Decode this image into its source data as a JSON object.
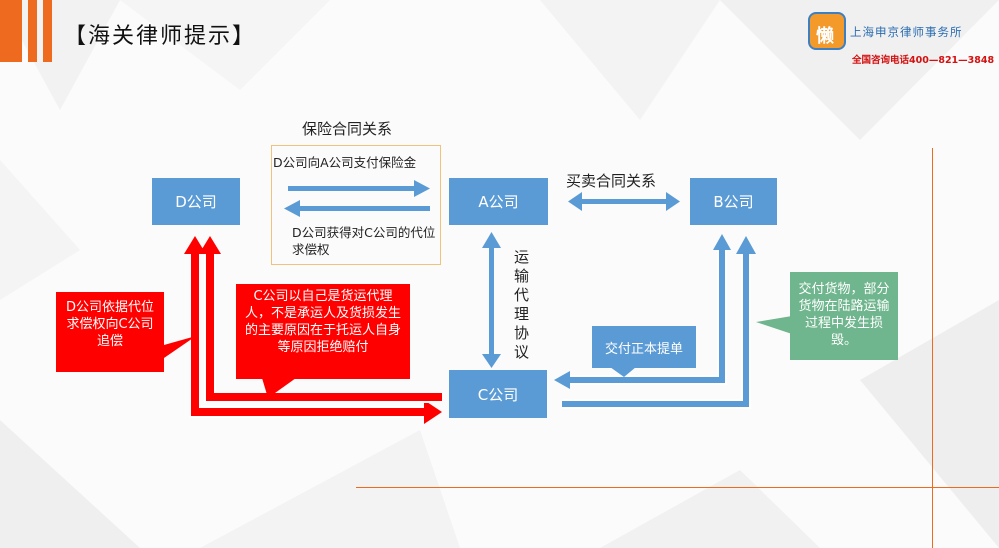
{
  "header": {
    "title": "【海关律师提示】"
  },
  "logo": {
    "mark": "懒",
    "firm_name": "上海申京律师事务所",
    "hotline": "全国咨询电话400—821—3848"
  },
  "nodes": {
    "d": "D公司",
    "a": "A公司",
    "b": "B公司",
    "c": "C公司"
  },
  "labels": {
    "insurance_contract": "保险合同关系",
    "d_to_a_payment": "D公司向A公司支付保险金",
    "d_subrogation": "D公司获得对C公司的代位求偿权",
    "sales_contract": "买卖合同关系",
    "transport_agency": "运输代理协议",
    "bill_of_lading": "交付正本提单"
  },
  "callouts": {
    "d_claim": "D公司依据代位求偿权向C公司追偿",
    "c_defense": "C公司以自己是货运代理人，不是承运人及货损发生的主要原因在于托运人自身等原因拒绝赔付",
    "damage": "交付货物，部分货物在陆路运输过程中发生损毁。"
  },
  "colors": {
    "accent_orange": "#ee6a1e",
    "box_blue": "#5b9bd5",
    "callout_red": "#ff0000",
    "callout_green": "#6fb58d",
    "arrow_red": "#ff0000"
  }
}
